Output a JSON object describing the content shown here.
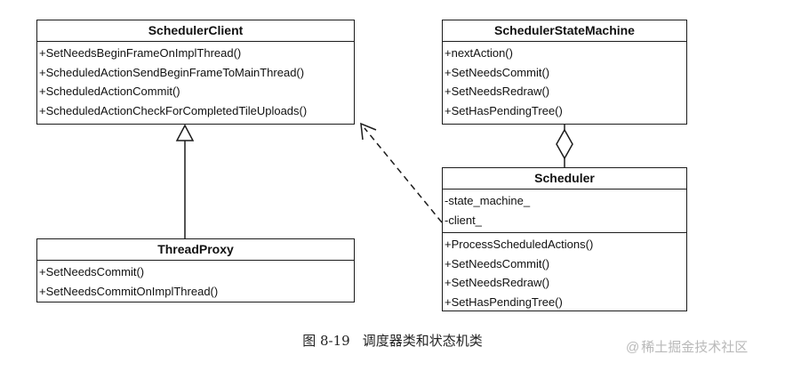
{
  "classes": {
    "scheduler_client": {
      "name": "SchedulerClient",
      "methods": [
        "+SetNeedsBeginFrameOnImplThread()",
        "+ScheduledActionSendBeginFrameToMainThread()",
        "+ScheduledActionCommit()",
        "+ScheduledActionCheckForCompletedTileUploads()"
      ]
    },
    "scheduler_state_machine": {
      "name": "SchedulerStateMachine",
      "methods": [
        "+nextAction()",
        "+SetNeedsCommit()",
        "+SetNeedsRedraw()",
        "+SetHasPendingTree()"
      ]
    },
    "thread_proxy": {
      "name": "ThreadProxy",
      "methods": [
        "+SetNeedsCommit()",
        "+SetNeedsCommitOnImplThread()"
      ]
    },
    "scheduler": {
      "name": "Scheduler",
      "attributes": [
        "-state_machine_",
        "-client_"
      ],
      "methods": [
        "+ProcessScheduledActions()",
        "+SetNeedsCommit()",
        "+SetNeedsRedraw()",
        "+SetHasPendingTree()"
      ]
    }
  },
  "relationships": [
    {
      "type": "generalization",
      "from": "ThreadProxy",
      "to": "SchedulerClient"
    },
    {
      "type": "dependency",
      "from": "Scheduler",
      "to": "SchedulerClient"
    },
    {
      "type": "aggregation",
      "from": "Scheduler",
      "to": "SchedulerStateMachine"
    }
  ],
  "caption": {
    "figure_number": "图 8-19",
    "title": "调度器类和状态机类"
  },
  "watermark": {
    "at": "@",
    "text": "稀土掘金技术社区"
  },
  "colors": {
    "line": "#1c1c1c",
    "background": "#ffffff",
    "watermark": "#b9b9b9"
  }
}
